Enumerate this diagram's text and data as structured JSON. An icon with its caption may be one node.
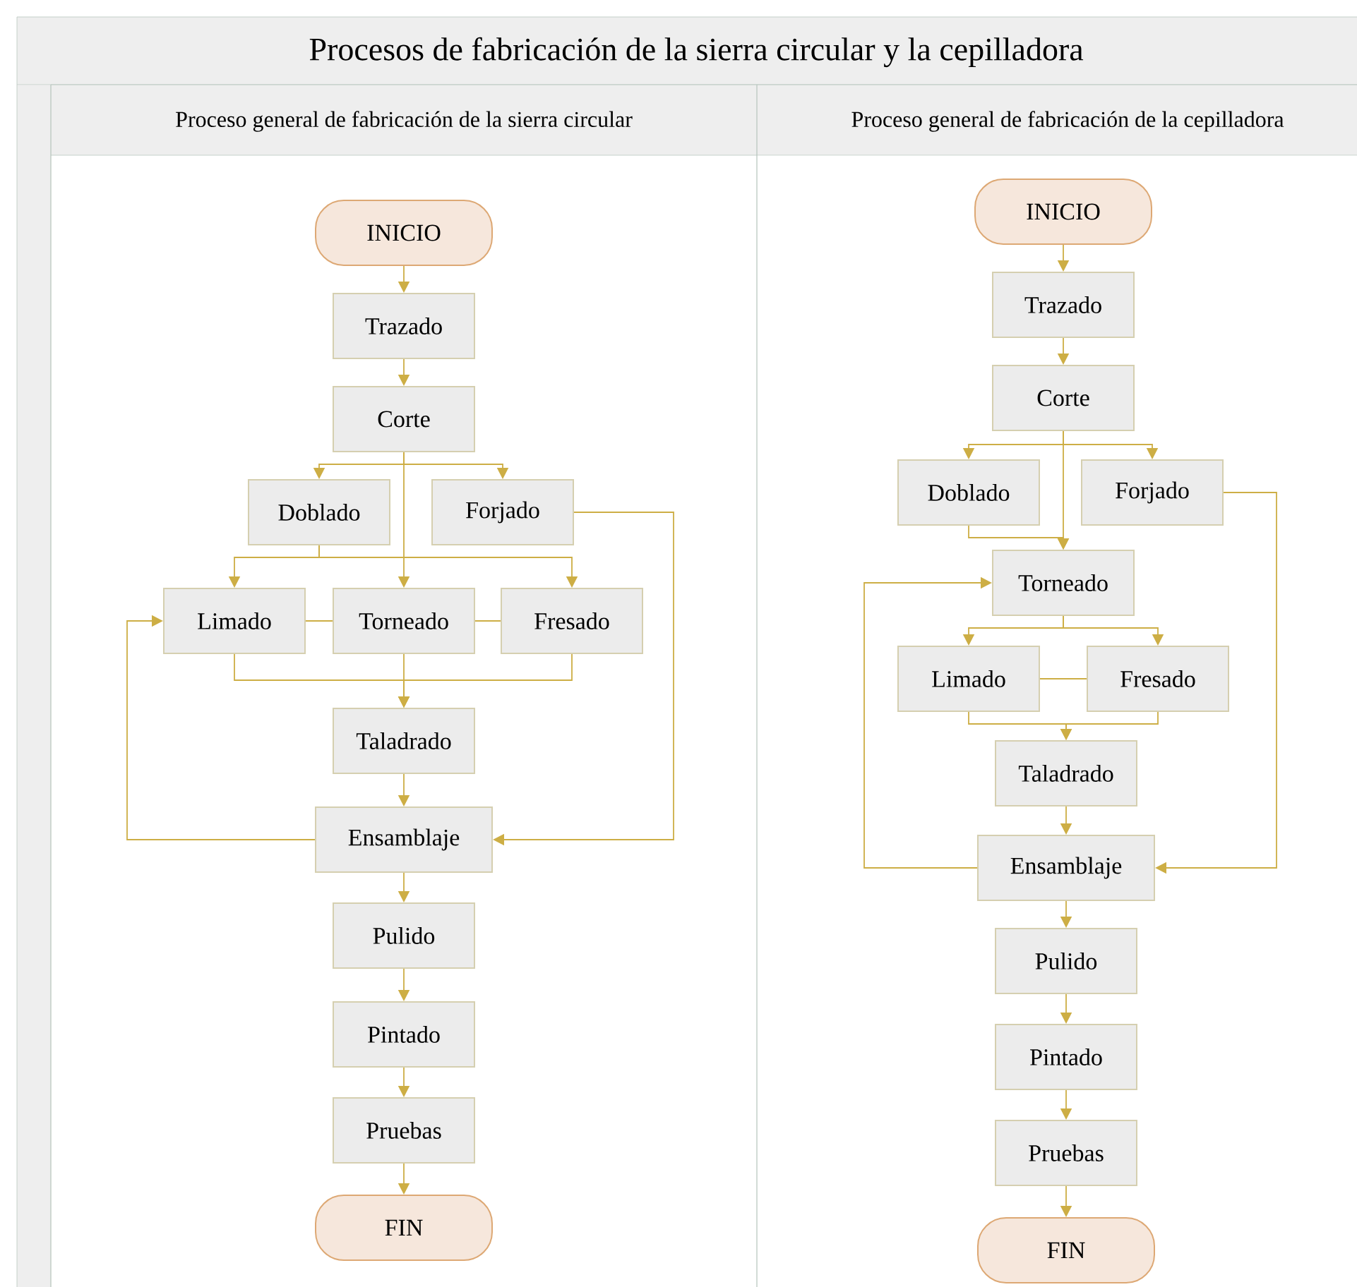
{
  "diagram": {
    "nodes": [
      {
        "text": [
          "Procesos de fabricación de la sierra circular y la cepilladora"
        ]
      },
      {
        "text": [
          "Proceso general de fabricación de la sierra circular"
        ],
        "in": 0
      },
      {
        "text": [
          "Proceso general de fabricación de la cepilladora"
        ],
        "in": 0
      },
      {
        "text": [
          "INICIO"
        ],
        "in": 1
      },
      {
        "text": [
          "Trazado"
        ],
        "in": 1
      },
      {
        "text": [
          "Corte"
        ],
        "in": 1
      },
      {
        "text": [
          "Doblado"
        ],
        "in": 1
      },
      {
        "text": [
          "Forjado"
        ],
        "in": 1
      },
      {
        "text": [
          "Limado"
        ],
        "in": 1
      },
      {
        "text": [
          "Torneado"
        ],
        "in": 1
      },
      {
        "text": [
          "Fresado"
        ],
        "in": 1
      },
      {
        "text": [
          "Taladrado"
        ],
        "in": 1
      },
      {
        "text": [
          "Ensamblaje"
        ],
        "in": 1
      },
      {
        "text": [
          "Pulido"
        ],
        "in": 1
      },
      {
        "text": [
          "Pintado"
        ],
        "in": 1
      },
      {
        "text": [
          "Pruebas"
        ],
        "in": 1
      },
      {
        "text": [
          "FIN"
        ],
        "in": 1
      },
      {
        "text": [
          "INICIO"
        ],
        "in": 2
      },
      {
        "text": [
          "Trazado"
        ],
        "in": 2
      },
      {
        "text": [
          "Corte"
        ],
        "in": 2
      },
      {
        "text": [
          "Doblado"
        ],
        "in": 2
      },
      {
        "text": [
          "Forjado"
        ],
        "in": 2
      },
      {
        "text": [
          "Torneado"
        ],
        "in": 2
      },
      {
        "text": [
          "Limado"
        ],
        "in": 2
      },
      {
        "text": [
          "Fresado"
        ],
        "in": 2
      },
      {
        "text": [
          "Taladrado"
        ],
        "in": 2
      },
      {
        "text": [
          "Ensamblaje"
        ],
        "in": 2
      },
      {
        "text": [
          "Pulido"
        ],
        "in": 2
      },
      {
        "text": [
          "Pintado"
        ],
        "in": 2
      },
      {
        "text": [
          "Pruebas"
        ],
        "in": 2
      },
      {
        "text": [
          "FIN"
        ],
        "in": 2
      }
    ],
    "edges": [
      {
        "from": 3,
        "to": 4,
        "arrow": "to"
      },
      {
        "from": 4,
        "to": 5,
        "arrow": "to"
      },
      {
        "from": 5,
        "to": 6,
        "arrow": "to"
      },
      {
        "from": 5,
        "to": 7,
        "arrow": "to"
      },
      {
        "from": 5,
        "to": 9,
        "arrow": "to"
      },
      {
        "from": 6,
        "to": 8,
        "arrow": "to"
      },
      {
        "from": 6,
        "to": 10,
        "arrow": "to"
      },
      {
        "from": 8,
        "to": 9,
        "arrow": "none"
      },
      {
        "from": 9,
        "to": 10,
        "arrow": "none"
      },
      {
        "from": 8,
        "to": 11,
        "arrow": "to"
      },
      {
        "from": 9,
        "to": 11,
        "arrow": "to"
      },
      {
        "from": 10,
        "to": 11,
        "arrow": "to"
      },
      {
        "from": 11,
        "to": 12,
        "arrow": "to"
      },
      {
        "from": 7,
        "to": 12,
        "arrow": "to"
      },
      {
        "from": 12,
        "to": 8,
        "arrow": "to"
      },
      {
        "from": 12,
        "to": 13,
        "arrow": "to"
      },
      {
        "from": 13,
        "to": 14,
        "arrow": "to"
      },
      {
        "from": 14,
        "to": 15,
        "arrow": "to"
      },
      {
        "from": 15,
        "to": 16,
        "arrow": "to"
      },
      {
        "from": 17,
        "to": 18,
        "arrow": "to"
      },
      {
        "from": 18,
        "to": 19,
        "arrow": "to"
      },
      {
        "from": 19,
        "to": 20,
        "arrow": "to"
      },
      {
        "from": 19,
        "to": 21,
        "arrow": "to"
      },
      {
        "from": 19,
        "to": 22,
        "arrow": "to"
      },
      {
        "from": 20,
        "to": 22,
        "arrow": "to"
      },
      {
        "from": 22,
        "to": 23,
        "arrow": "to"
      },
      {
        "from": 22,
        "to": 24,
        "arrow": "to"
      },
      {
        "from": 23,
        "to": 24,
        "arrow": "none"
      },
      {
        "from": 23,
        "to": 25,
        "arrow": "to"
      },
      {
        "from": 24,
        "to": 25,
        "arrow": "to"
      },
      {
        "from": 25,
        "to": 26,
        "arrow": "to"
      },
      {
        "from": 21,
        "to": 26,
        "arrow": "to"
      },
      {
        "from": 26,
        "to": 22,
        "arrow": "to"
      },
      {
        "from": 26,
        "to": 27,
        "arrow": "to"
      },
      {
        "from": 27,
        "to": 28,
        "arrow": "to"
      },
      {
        "from": 28,
        "to": 29,
        "arrow": "to"
      },
      {
        "from": 29,
        "to": 30,
        "arrow": "to"
      }
    ]
  }
}
